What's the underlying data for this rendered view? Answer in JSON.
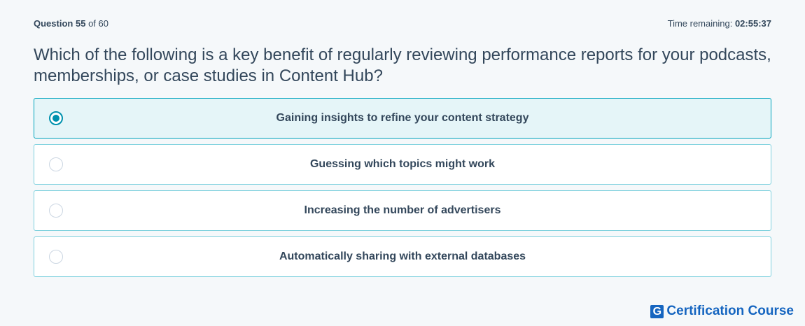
{
  "header": {
    "question_label": "Question",
    "question_number": "55",
    "of_text": "of 60",
    "time_label": "Time remaining:",
    "time_value": "02:55:37"
  },
  "question": {
    "text": "Which of the following is a key benefit of regularly reviewing performance reports for your podcasts, memberships, or case studies in Content Hub?"
  },
  "answers": [
    {
      "label": "Gaining insights to refine your content strategy",
      "selected": true
    },
    {
      "label": "Guessing which topics might work",
      "selected": false
    },
    {
      "label": "Increasing the number of advertisers",
      "selected": false
    },
    {
      "label": "Automatically sharing with external databases",
      "selected": false
    }
  ],
  "brand": {
    "icon_letter": "G",
    "name": "Certification Course",
    "color": "#1565c0"
  },
  "colors": {
    "selected_border": "#00a4bd",
    "selected_bg": "#e5f5f8",
    "radio_selected": "#0091ae"
  }
}
